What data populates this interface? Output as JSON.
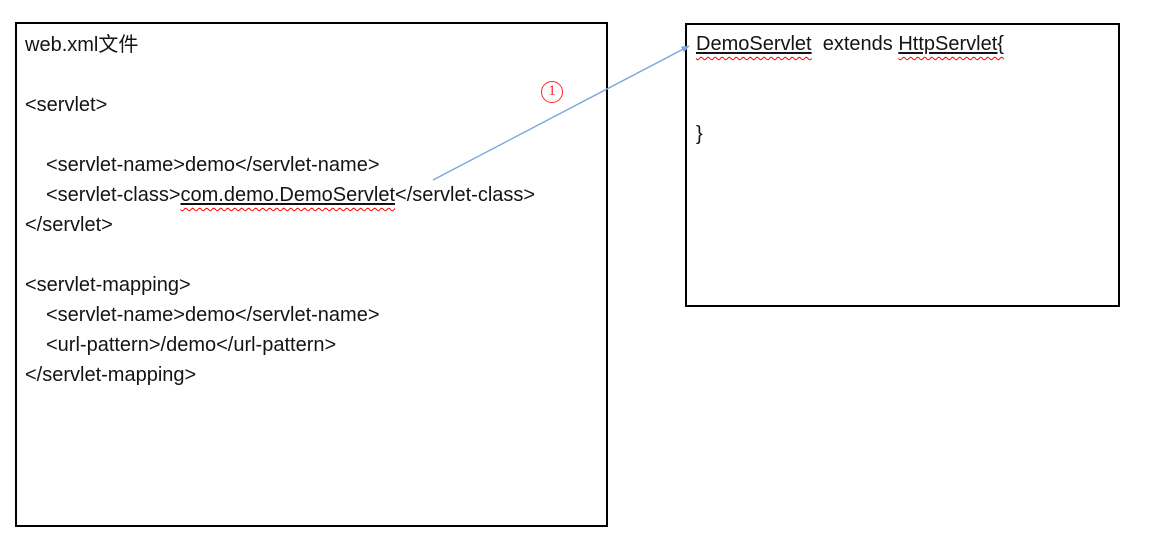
{
  "left_box": {
    "title": "web.xml文件",
    "servlet_block": {
      "open_tag": "<servlet>",
      "name_line": "<servlet-name>demo</servlet-name>",
      "class_line_prefix": "<servlet-class>",
      "class_value": "com.demo.DemoServlet",
      "class_line_suffix": "</servlet-class>",
      "close_tag": "</servlet>"
    },
    "mapping_block": {
      "open_tag": "<servlet-mapping>",
      "name_line": "<servlet-name>demo</servlet-name>",
      "url_pattern_line": "<url-pattern>/demo</url-pattern>",
      "close_tag": "</servlet-mapping>"
    }
  },
  "right_box": {
    "class_declaration": {
      "class_name": "DemoServlet",
      "extends_text": "  extends ",
      "superclass_text": "HttpServlet{"
    },
    "closing_brace": "}"
  },
  "annotation": {
    "step_label": "1"
  },
  "colors": {
    "arrow_blue": "#7aa6dc",
    "annotation_red": "#ff2424",
    "squiggle_red": "#ff0000",
    "box_border": "#000000",
    "text": "#141414"
  }
}
